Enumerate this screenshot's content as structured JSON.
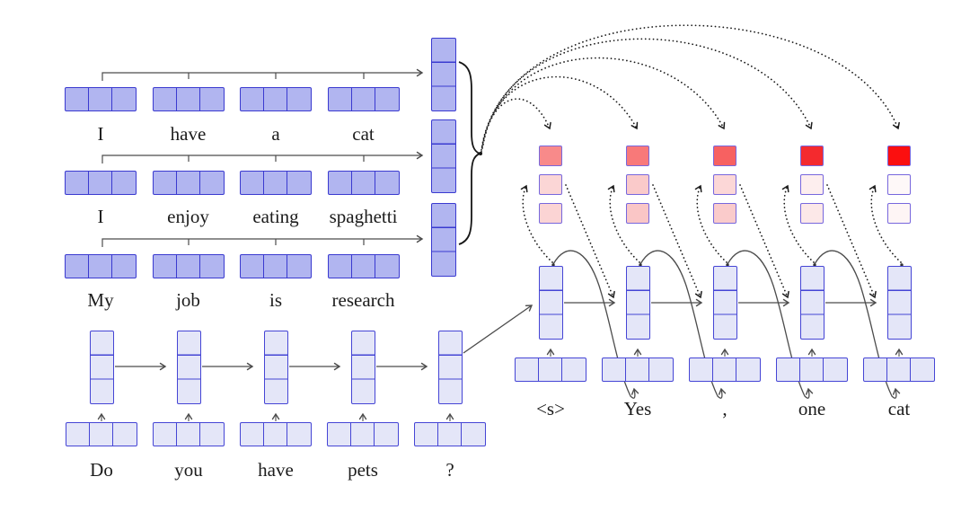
{
  "colors": {
    "mem-fill": "#b1b5f0",
    "mem-border": "#3a3ad0",
    "lite-fill": "#e4e6f8",
    "lite-border": "#4545d5",
    "stack-border": "#7767dd",
    "arrow": "#4c4c4c",
    "dots": "#1b1b1b",
    "ink": "#1c1c1c"
  },
  "memory": {
    "sentences": [
      {
        "words": [
          "I",
          "have",
          "a",
          "cat"
        ]
      },
      {
        "words": [
          "I",
          "enjoy",
          "eating",
          "spaghetti"
        ]
      },
      {
        "words": [
          "My",
          "job",
          "is",
          "research"
        ]
      }
    ]
  },
  "encoder": {
    "tokens": [
      "Do",
      "you",
      "have",
      "pets",
      "?"
    ]
  },
  "decoder": {
    "tokens": [
      "<s>",
      "Yes",
      ",",
      "one",
      "cat"
    ]
  },
  "attention": {
    "stacks": [
      {
        "cells": [
          "#f88a8a",
          "#fbd6d6",
          "#fbd4d4"
        ]
      },
      {
        "cells": [
          "#f87979",
          "#facaca",
          "#fac6c6"
        ]
      },
      {
        "cells": [
          "#f76161",
          "#fcd7d7",
          "#facbcb"
        ]
      },
      {
        "cells": [
          "#f42a2e",
          "#fdeeee",
          "#fce8e8"
        ]
      },
      {
        "cells": [
          "#fb0f0f",
          "#fef8f8",
          "#fef5f5"
        ]
      }
    ]
  }
}
